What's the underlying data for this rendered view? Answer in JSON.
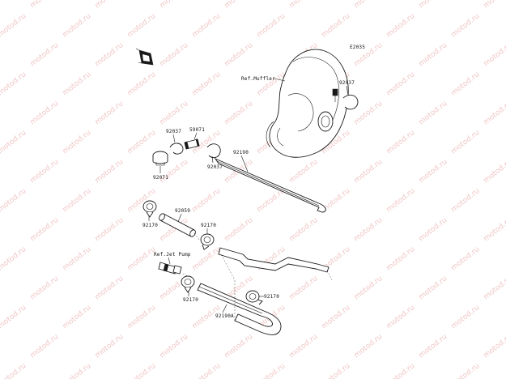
{
  "diagram_code": "E2035",
  "watermark": "motod.ru",
  "labels": {
    "ref_muffler": "Ref.Muffler",
    "p92037_top": "92037",
    "p92037_left": "92037",
    "p59071": "59071",
    "p92071": "92071",
    "p92037_mid": "92037",
    "p92190": "92190",
    "p92059": "92059",
    "p92170_left": "92170",
    "p92170_mid": "92170",
    "ref_jet_pump": "Ref.Jet Pump",
    "p92170_low": "92170",
    "p92170_right": "92170",
    "p92190a": "92190A"
  },
  "colors": {
    "line": "#1a1a1a",
    "watermark": "#f1c5c5",
    "background": "#ffffff"
  },
  "icons": {
    "front_arrow": "front-direction-icon"
  }
}
